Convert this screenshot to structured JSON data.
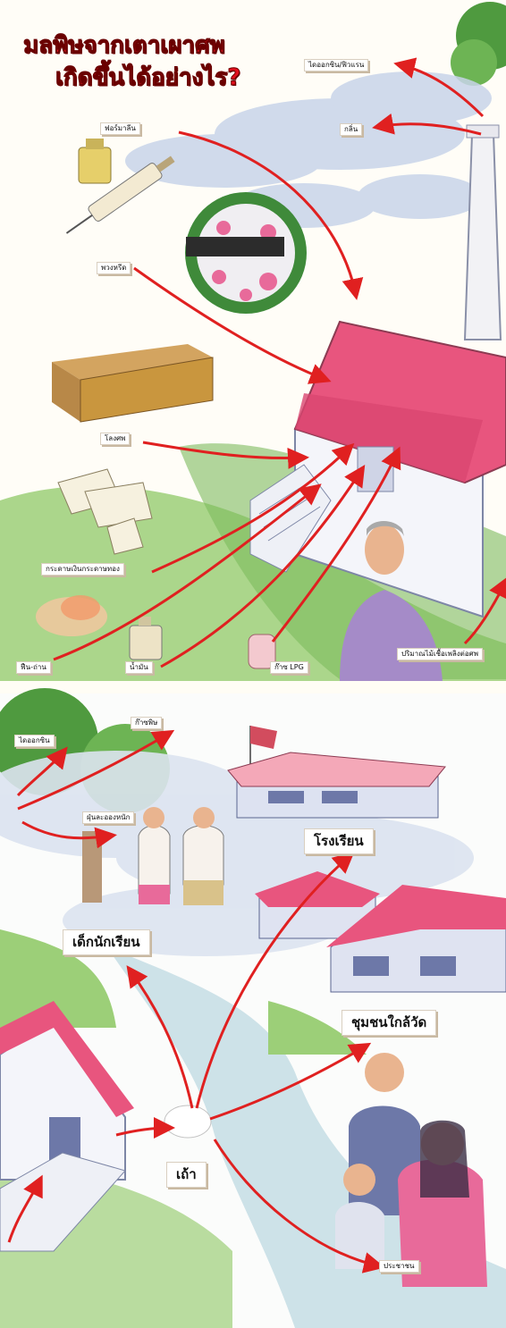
{
  "title": {
    "line1": "มลพิษจากเตาเผาศพ",
    "line2": "เกิดขึ้นได้อย่างไร?"
  },
  "colors": {
    "title_red": "#e10e1c",
    "arrow_red": "#e02020",
    "roof_pink": "#e8557e",
    "smoke_blue": "#c8d4ea"
  },
  "top_panel": {
    "labels": {
      "label_a": "ไดออกซิน/ฟิวแรน",
      "label_b": "กลิ่น",
      "label_c": "ฟอร์มาลีน",
      "label_d": "พวงหรีด",
      "label_e": "โลงศพ",
      "label_f": "กระดาษเงินกระดาษทอง",
      "label_g": "ฟืน-ถ่าน",
      "label_h": "น้ำมัน",
      "label_i": "ก๊าซ LPG",
      "label_j": "ปริมาณไม้เชื้อเพลิงต่อศพ"
    }
  },
  "bottom_panel": {
    "labels": {
      "label_k": "ไดออกซิน",
      "label_l": "ก๊าซพิษ",
      "label_m": "ฝุ่นละอองหนัก",
      "school": "โรงเรียน",
      "students": "เด็กนักเรียน",
      "community": "ชุมชนใกล้วัด",
      "ash": "เถ้า",
      "label_n": "ประชาชน"
    }
  }
}
